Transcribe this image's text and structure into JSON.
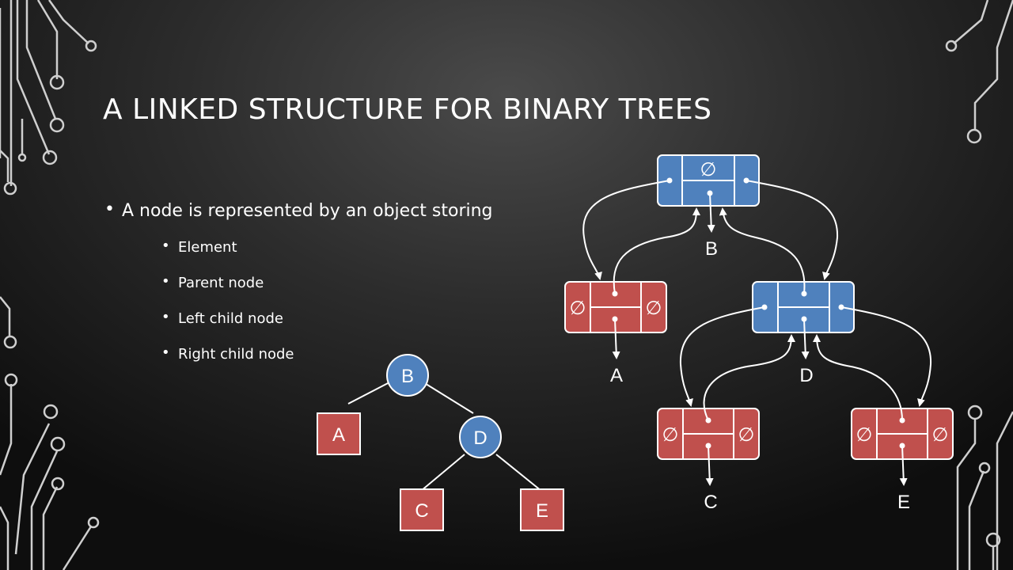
{
  "slide": {
    "title": "A LINKED STRUCTURE FOR BINARY TREES",
    "bullet": "A node is represented by an object storing",
    "sub_bullets": [
      "Element",
      "Parent node",
      "Left child node",
      "Right child node"
    ]
  },
  "small_tree": {
    "nodes": {
      "root": "B",
      "left": "A",
      "right": "D",
      "right_left": "C",
      "right_right": "E"
    },
    "colors": {
      "internal": "#4f81bd",
      "external": "#c0504d"
    }
  },
  "linked_structure": {
    "null_symbol": "∅",
    "elements": {
      "b": "B",
      "a": "A",
      "d": "D",
      "c": "C",
      "e": "E"
    },
    "colors": {
      "internal": "#4f81bd",
      "external": "#c0504d",
      "stroke": "#ffffff"
    }
  },
  "decoration": {
    "style": "circuit-traces",
    "color": "#cfcfcf"
  }
}
